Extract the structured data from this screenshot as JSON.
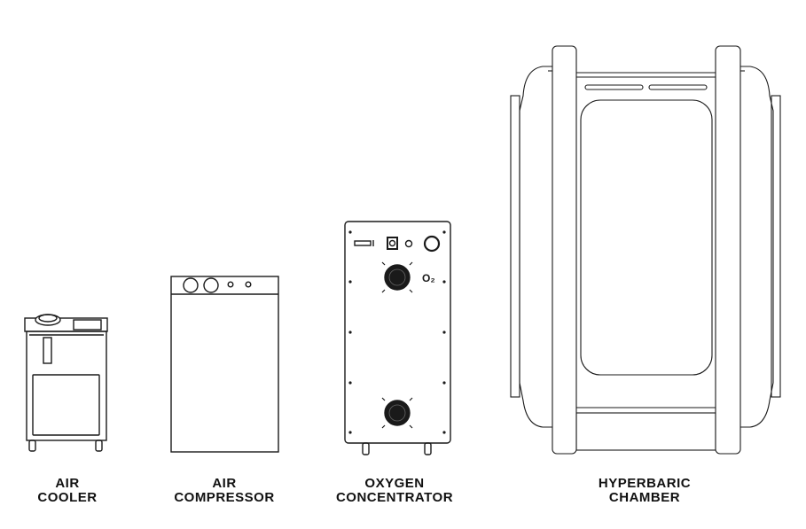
{
  "devices": [
    {
      "name": "air-cooler",
      "label_lines": [
        "AIR",
        "COOLER"
      ]
    },
    {
      "name": "air-compressor",
      "label_lines": [
        "AIR",
        "COMPRESSOR"
      ]
    },
    {
      "name": "oxygen-concentrator",
      "label_lines": [
        "OXYGEN",
        "CONCENTRATOR"
      ],
      "panel_mark": "O₂"
    },
    {
      "name": "hyperbaric-chamber",
      "label_lines": [
        "HYPERBARIC",
        "CHAMBER"
      ]
    }
  ],
  "colors": {
    "line": "#1a1a1a",
    "background": "#ffffff"
  }
}
